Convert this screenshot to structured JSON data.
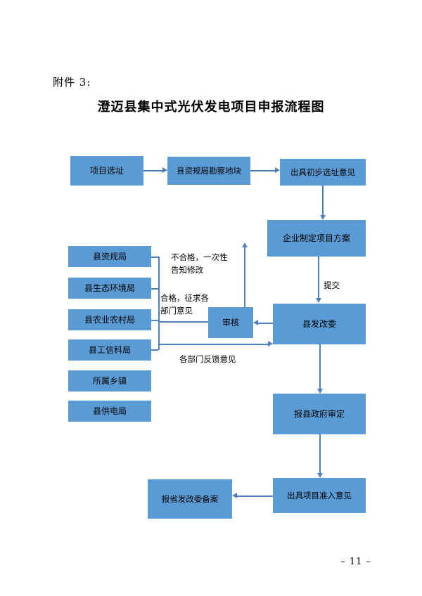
{
  "page": {
    "attachment_label": "附件 3:",
    "title": "澄迈县集中式光伏发电项目申报流程图",
    "page_number": "– 11 –"
  },
  "colors": {
    "box_fill": "#5b9bd5",
    "arrow": "#4f81bd",
    "text": "#000000",
    "page_background": "#ffffff"
  },
  "flowchart": {
    "boxes": {
      "site_selection": "项目选址",
      "survey": "县资规局勘察地块",
      "preliminary_opinion": "出具初步选址意见",
      "enterprise_plan": "企业制定项目方案",
      "county_drc": "县发改委",
      "review": "审核",
      "dept_resources": "县资规局",
      "dept_ecology": "县生态环境局",
      "dept_agriculture": "县农业农村局",
      "dept_industry": "县工信科局",
      "dept_township": "所属乡镇",
      "dept_power": "县供电局",
      "gov_approval": "报县政府审定",
      "access_opinion": "出具项目准入意见",
      "provincial_filing": "报省发改委备案"
    },
    "labels": {
      "submit": "提交",
      "fail": "不合格，一次性\n告知修改",
      "pass": "合格，征求各\n部门意见",
      "feedback": "各部门反馈意见"
    }
  }
}
